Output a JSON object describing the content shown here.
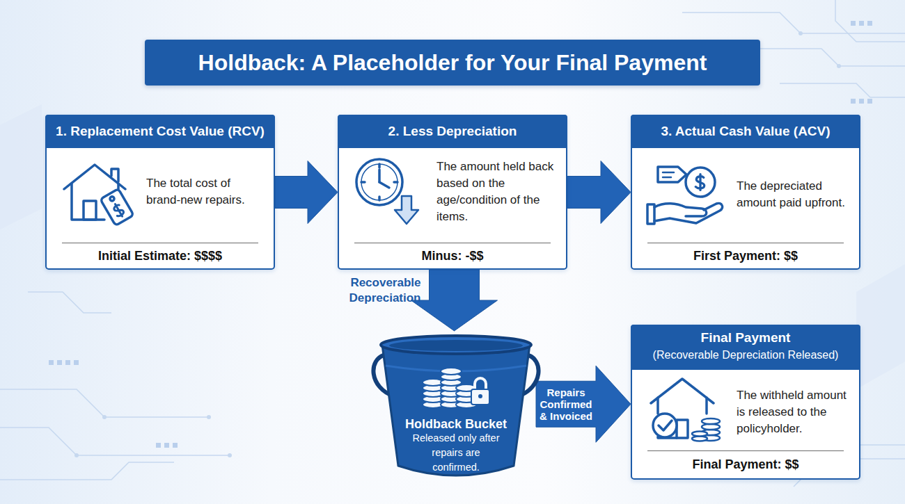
{
  "diagram": {
    "title": "Holdback: A Placeholder for Your Final Payment",
    "nodes": [
      {
        "text": [
          "1. Replacement Cost Value (RCV)",
          "The total cost of brand-new repairs.",
          "Initial Estimate: $$$$"
        ]
      },
      {
        "text": [
          "2. Less Depreciation",
          "The amount held back based on the age/condition of the items.",
          "Minus: -$$"
        ]
      },
      {
        "text": [
          "3. Actual Cash Value (ACV)",
          "The depreciated amount paid upfront.",
          "First Payment: $$"
        ]
      },
      {
        "text": [
          "Holdback Bucket",
          "Released only after repairs are confirmed."
        ]
      },
      {
        "text": [
          "Final Payment",
          "(Recoverable Depreciation Released)",
          "The withheld amount is released to the policyholder.",
          "Final Payment: $$"
        ]
      }
    ],
    "edges": [
      {
        "from": 0,
        "to": 1,
        "arrow": "to"
      },
      {
        "from": 1,
        "to": 2,
        "arrow": "to"
      },
      {
        "from": 1,
        "to": 3,
        "label": "Recoverable Depreciation",
        "arrow": "to"
      },
      {
        "from": 3,
        "to": 4,
        "label": "Repairs Confirmed & Invoiced",
        "arrow": "to"
      }
    ]
  }
}
